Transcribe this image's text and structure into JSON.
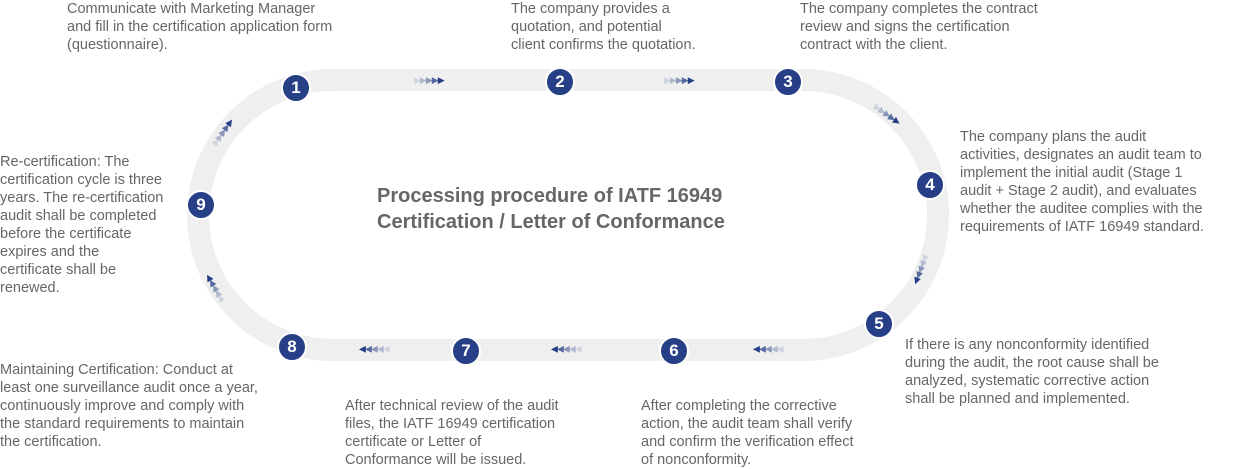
{
  "title_line1": "Processing procedure of IATF 16949",
  "title_line2": "Certification / Letter of Conformance",
  "colors": {
    "accent": "#263f86",
    "track": "#efefef",
    "text": "#666666"
  },
  "arrow_glyph": "▶",
  "steps": [
    {
      "number": "1",
      "text": "Communicate with Marketing Manager\nand fill in the certification application form\n(questionnaire)."
    },
    {
      "number": "2",
      "text": "The company provides a\nquotation, and potential\nclient confirms the quotation."
    },
    {
      "number": "3",
      "text": "The company completes the contract\nreview and signs the certification\ncontract with the client."
    },
    {
      "number": "4",
      "text": "The company plans the audit\nactivities, designates an audit team to\nimplement the initial audit (Stage 1\naudit + Stage 2 audit), and evaluates\nwhether the auditee complies with the\nrequirements of IATF 16949 standard."
    },
    {
      "number": "5",
      "text": "If there is any nonconformity identified\nduring the audit, the root cause shall be\nanalyzed, systematic corrective action\nshall be planned and implemented."
    },
    {
      "number": "6",
      "text": "After completing the corrective\naction, the audit team shall verify\nand confirm the verification effect\nof nonconformity."
    },
    {
      "number": "7",
      "text": "After technical review of the audit\nfiles, the IATF 16949 certification\ncertificate or Letter of\nConformance will be issued."
    },
    {
      "number": "8",
      "text": "Maintaining Certification: Conduct at\nleast one surveillance audit once a year,\ncontinuously improve and comply with\nthe standard requirements to maintain\nthe certification."
    },
    {
      "number": "9",
      "text": "Re-certification: The\ncertification cycle is three\nyears. The re-certification\naudit shall be completed\nbefore the certificate\nexpires and the\ncertificate shall be\nrenewed."
    }
  ]
}
